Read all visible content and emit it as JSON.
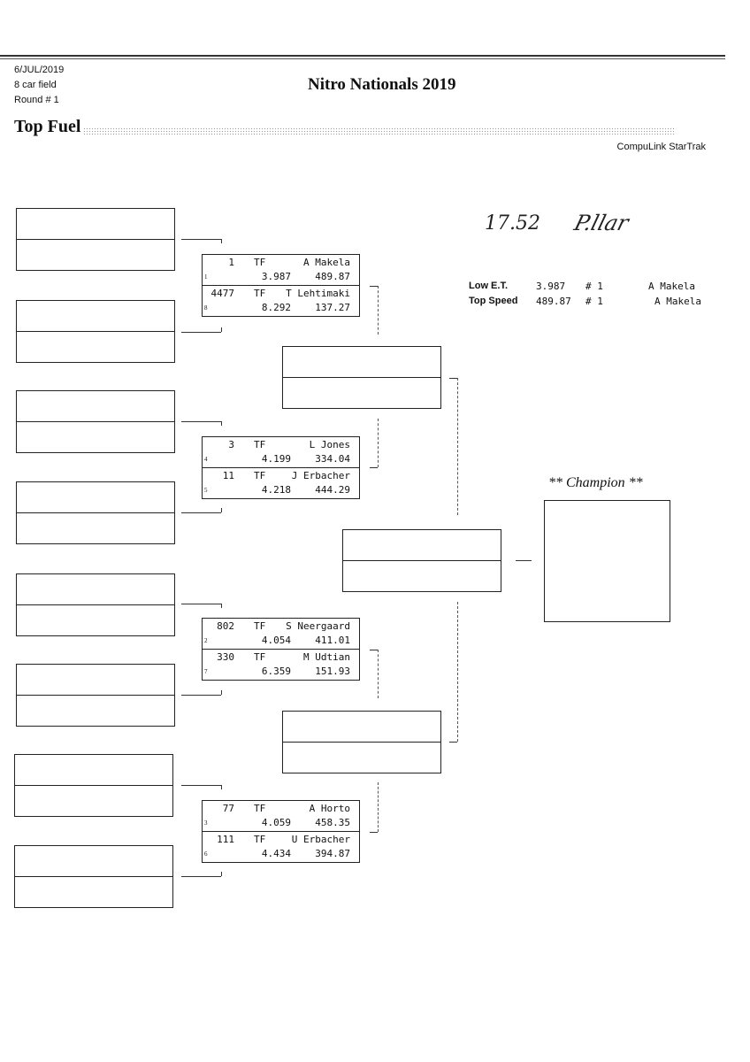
{
  "header": {
    "date": "6/JUL/2019",
    "field": "8 car field",
    "round": "Round # 1",
    "title": "Nitro Nationals 2019",
    "class": "Top Fuel",
    "software": "CompuLink StarTrak"
  },
  "handwriting": {
    "note": "17.52",
    "signature": "P.llar"
  },
  "stats": {
    "low_et": {
      "label": "Low  E.T.",
      "value": "3.987",
      "num": "# 1",
      "driver": "A Makela"
    },
    "top_speed": {
      "label": "Top Speed",
      "value": "489.87",
      "num": "# 1",
      "driver": "A Makela"
    }
  },
  "champion_label": "** Champion **",
  "matchups": [
    {
      "cars": [
        {
          "num": "1",
          "class": "TF",
          "name": "A Makela",
          "seed": "1",
          "et": "3.987",
          "speed": "489.87"
        },
        {
          "num": "4477",
          "class": "TF",
          "name": "T Lehtimaki",
          "seed": "8",
          "et": "8.292",
          "speed": "137.27"
        }
      ]
    },
    {
      "cars": [
        {
          "num": "3",
          "class": "TF",
          "name": "L Jones",
          "seed": "4",
          "et": "4.199",
          "speed": "334.04"
        },
        {
          "num": "11",
          "class": "TF",
          "name": "J Erbacher",
          "seed": "5",
          "et": "4.218",
          "speed": "444.29"
        }
      ]
    },
    {
      "cars": [
        {
          "num": "802",
          "class": "TF",
          "name": "S Neergaard",
          "seed": "2",
          "et": "4.054",
          "speed": "411.01"
        },
        {
          "num": "330",
          "class": "TF",
          "name": "M Udtian",
          "seed": "7",
          "et": "6.359",
          "speed": "151.93"
        }
      ]
    },
    {
      "cars": [
        {
          "num": "77",
          "class": "TF",
          "name": "A Horto",
          "seed": "3",
          "et": "4.059",
          "speed": "458.35"
        },
        {
          "num": "111",
          "class": "TF",
          "name": "U Erbacher",
          "seed": "6",
          "et": "4.434",
          "speed": "394.87"
        }
      ]
    }
  ]
}
